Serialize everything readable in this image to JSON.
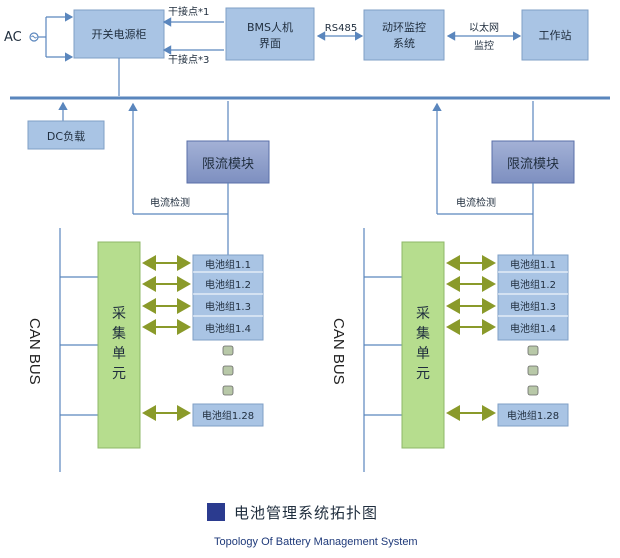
{
  "top": {
    "ac_label": "AC",
    "power_cabinet": "开关电源柜",
    "dry_contact_1": "干接点*1",
    "dry_contact_3": "干接点*3",
    "bms_line1": "BMS人机",
    "bms_line2": "界面",
    "rs485": "RS485",
    "env_monitor_line1": "动环监控",
    "env_monitor_line2": "系统",
    "ethernet_line1": "以太网",
    "ethernet_line2": "监控",
    "workstation": "工作站"
  },
  "dc_load": "DC负载",
  "strings": [
    {
      "limiter": "限流模块",
      "current_detect": "电流检测",
      "can_bus": "CAN   BUS",
      "collector": [
        "采",
        "集",
        "单",
        "元"
      ],
      "groups": [
        "电池组1.1",
        "电池组1.2",
        "电池组1.3",
        "电池组1.4"
      ],
      "last_group": "电池组1.28"
    },
    {
      "limiter": "限流模块",
      "current_detect": "电流检测",
      "can_bus": "CAN   BUS",
      "collector": [
        "采",
        "集",
        "单",
        "元"
      ],
      "groups": [
        "电池组1.1",
        "电池组1.2",
        "电池组1.3",
        "电池组1.4"
      ],
      "last_group": "电池组1.28"
    }
  ],
  "caption": {
    "title_cn": "电池管理系统拓扑图",
    "title_en": "Topology Of Battery Management System",
    "marker_color": "#2b3b8f"
  },
  "colors": {
    "box_fill": "#a9c4e4",
    "box_stroke": "#7f9fc6",
    "limiter_fill": "#8e9fcb",
    "collector_fill": "#b6dd8e",
    "bus_line": "#5a86bd",
    "arrow_green": "#8a9a2a"
  }
}
